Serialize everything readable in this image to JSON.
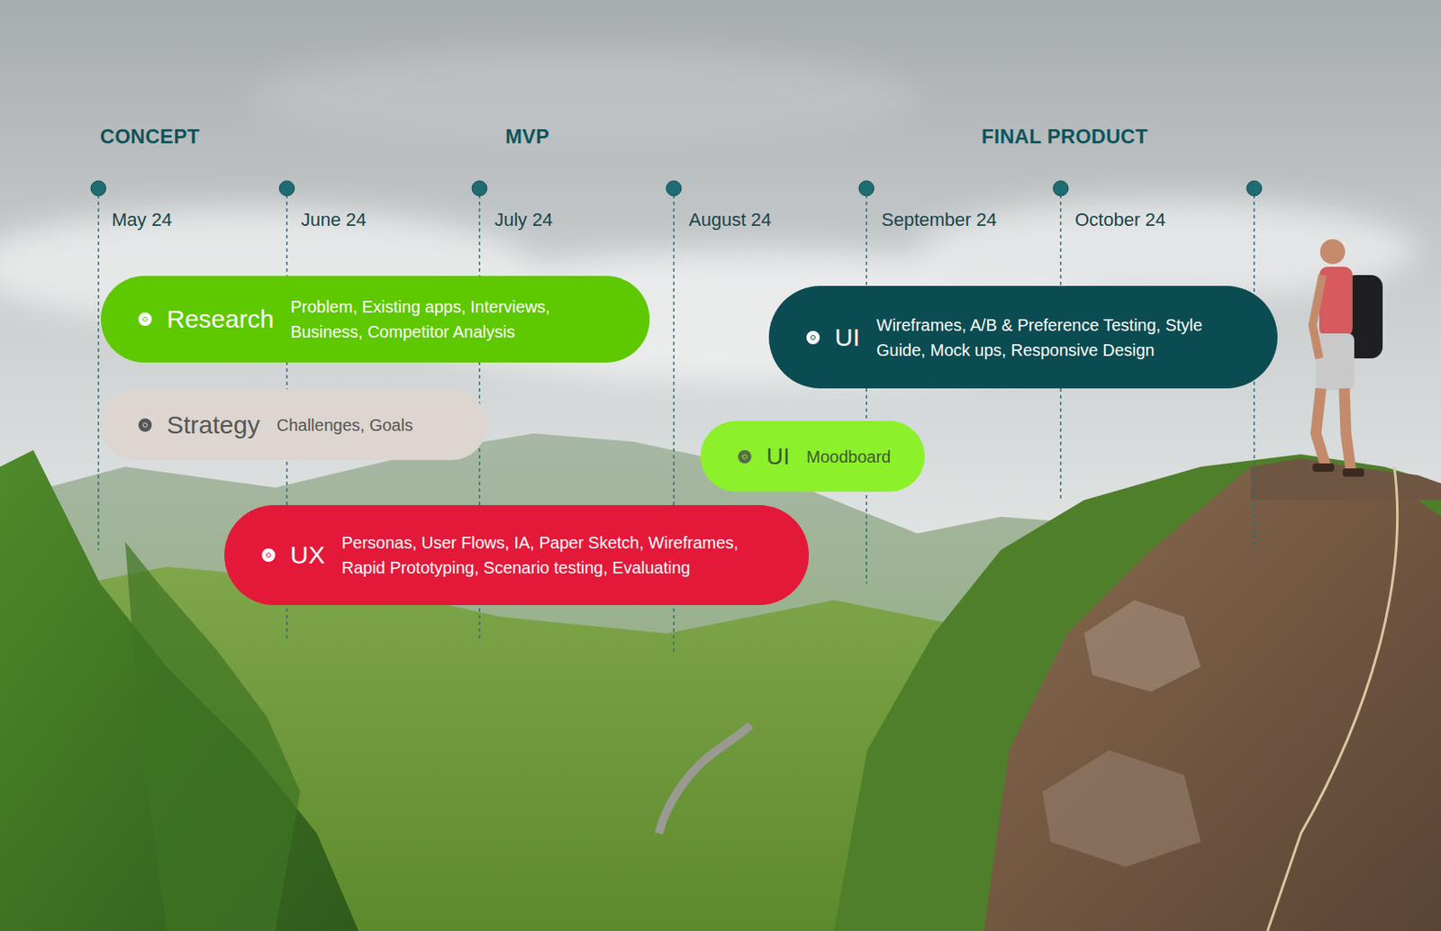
{
  "diagram": {
    "nodes": [
      {
        "text": [
          "Research",
          "Problem, Existing apps, Interviews, Business, Competitor Analysis"
        ]
      },
      {
        "text": [
          "UI",
          "Wireframes, A/B & Preference Testing, Style Guide, Mock ups, Responsive Design"
        ]
      },
      {
        "text": [
          "Strategy",
          "Challenges, Goals"
        ]
      },
      {
        "text": [
          "UI",
          "Moodboard"
        ]
      },
      {
        "text": [
          "UX",
          "Personas, User Flows, IA, Paper Sketch, Wireframes, Rapid Prototyping, Scenario testing, Evaluating"
        ]
      }
    ],
    "labels": [
      "CONCEPT",
      "MVP",
      "FINAL PRODUCT",
      "May 24",
      "June 24",
      "July 24",
      "August 24",
      "September 24",
      "October 24"
    ]
  }
}
